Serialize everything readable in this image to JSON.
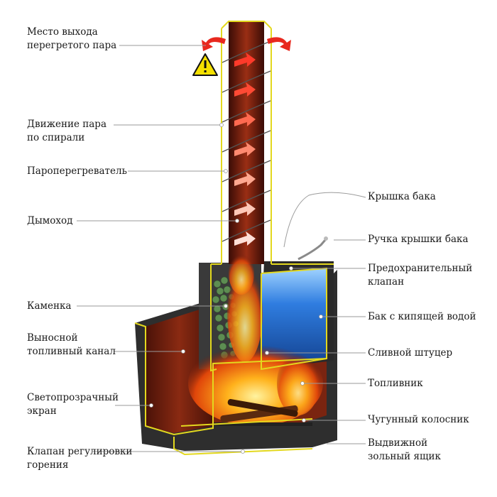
{
  "colors": {
    "outline": "#e3d81e",
    "shell": "#6e1e10",
    "water": "#1f66c4",
    "stones": "#5d8d52",
    "metal": "#404040",
    "fire": "#ff8a1a",
    "leader": "#999999"
  },
  "icons": {
    "warning": "warning-triangle-icon",
    "steam_arrows": "steam-exit-arrow-icon"
  },
  "labels": {
    "left": [
      "Место выхода\nперегретого пара",
      "Движение пара\nпо спирали",
      "Пароперегреватель",
      "Дымоход",
      "Каменка",
      "Выносной\nтопливный канал",
      "Светопрозрачный\nэкран",
      "Клапан регулировки\nгорения"
    ],
    "right": [
      "Крышка бака",
      "Ручка крышки бака",
      "Предохранительный\nклапан",
      "Бак с кипящей водой",
      "Сливной штуцер",
      "Топливник",
      "Чугунный колосник",
      "Выдвижной\nзольный ящик"
    ]
  }
}
